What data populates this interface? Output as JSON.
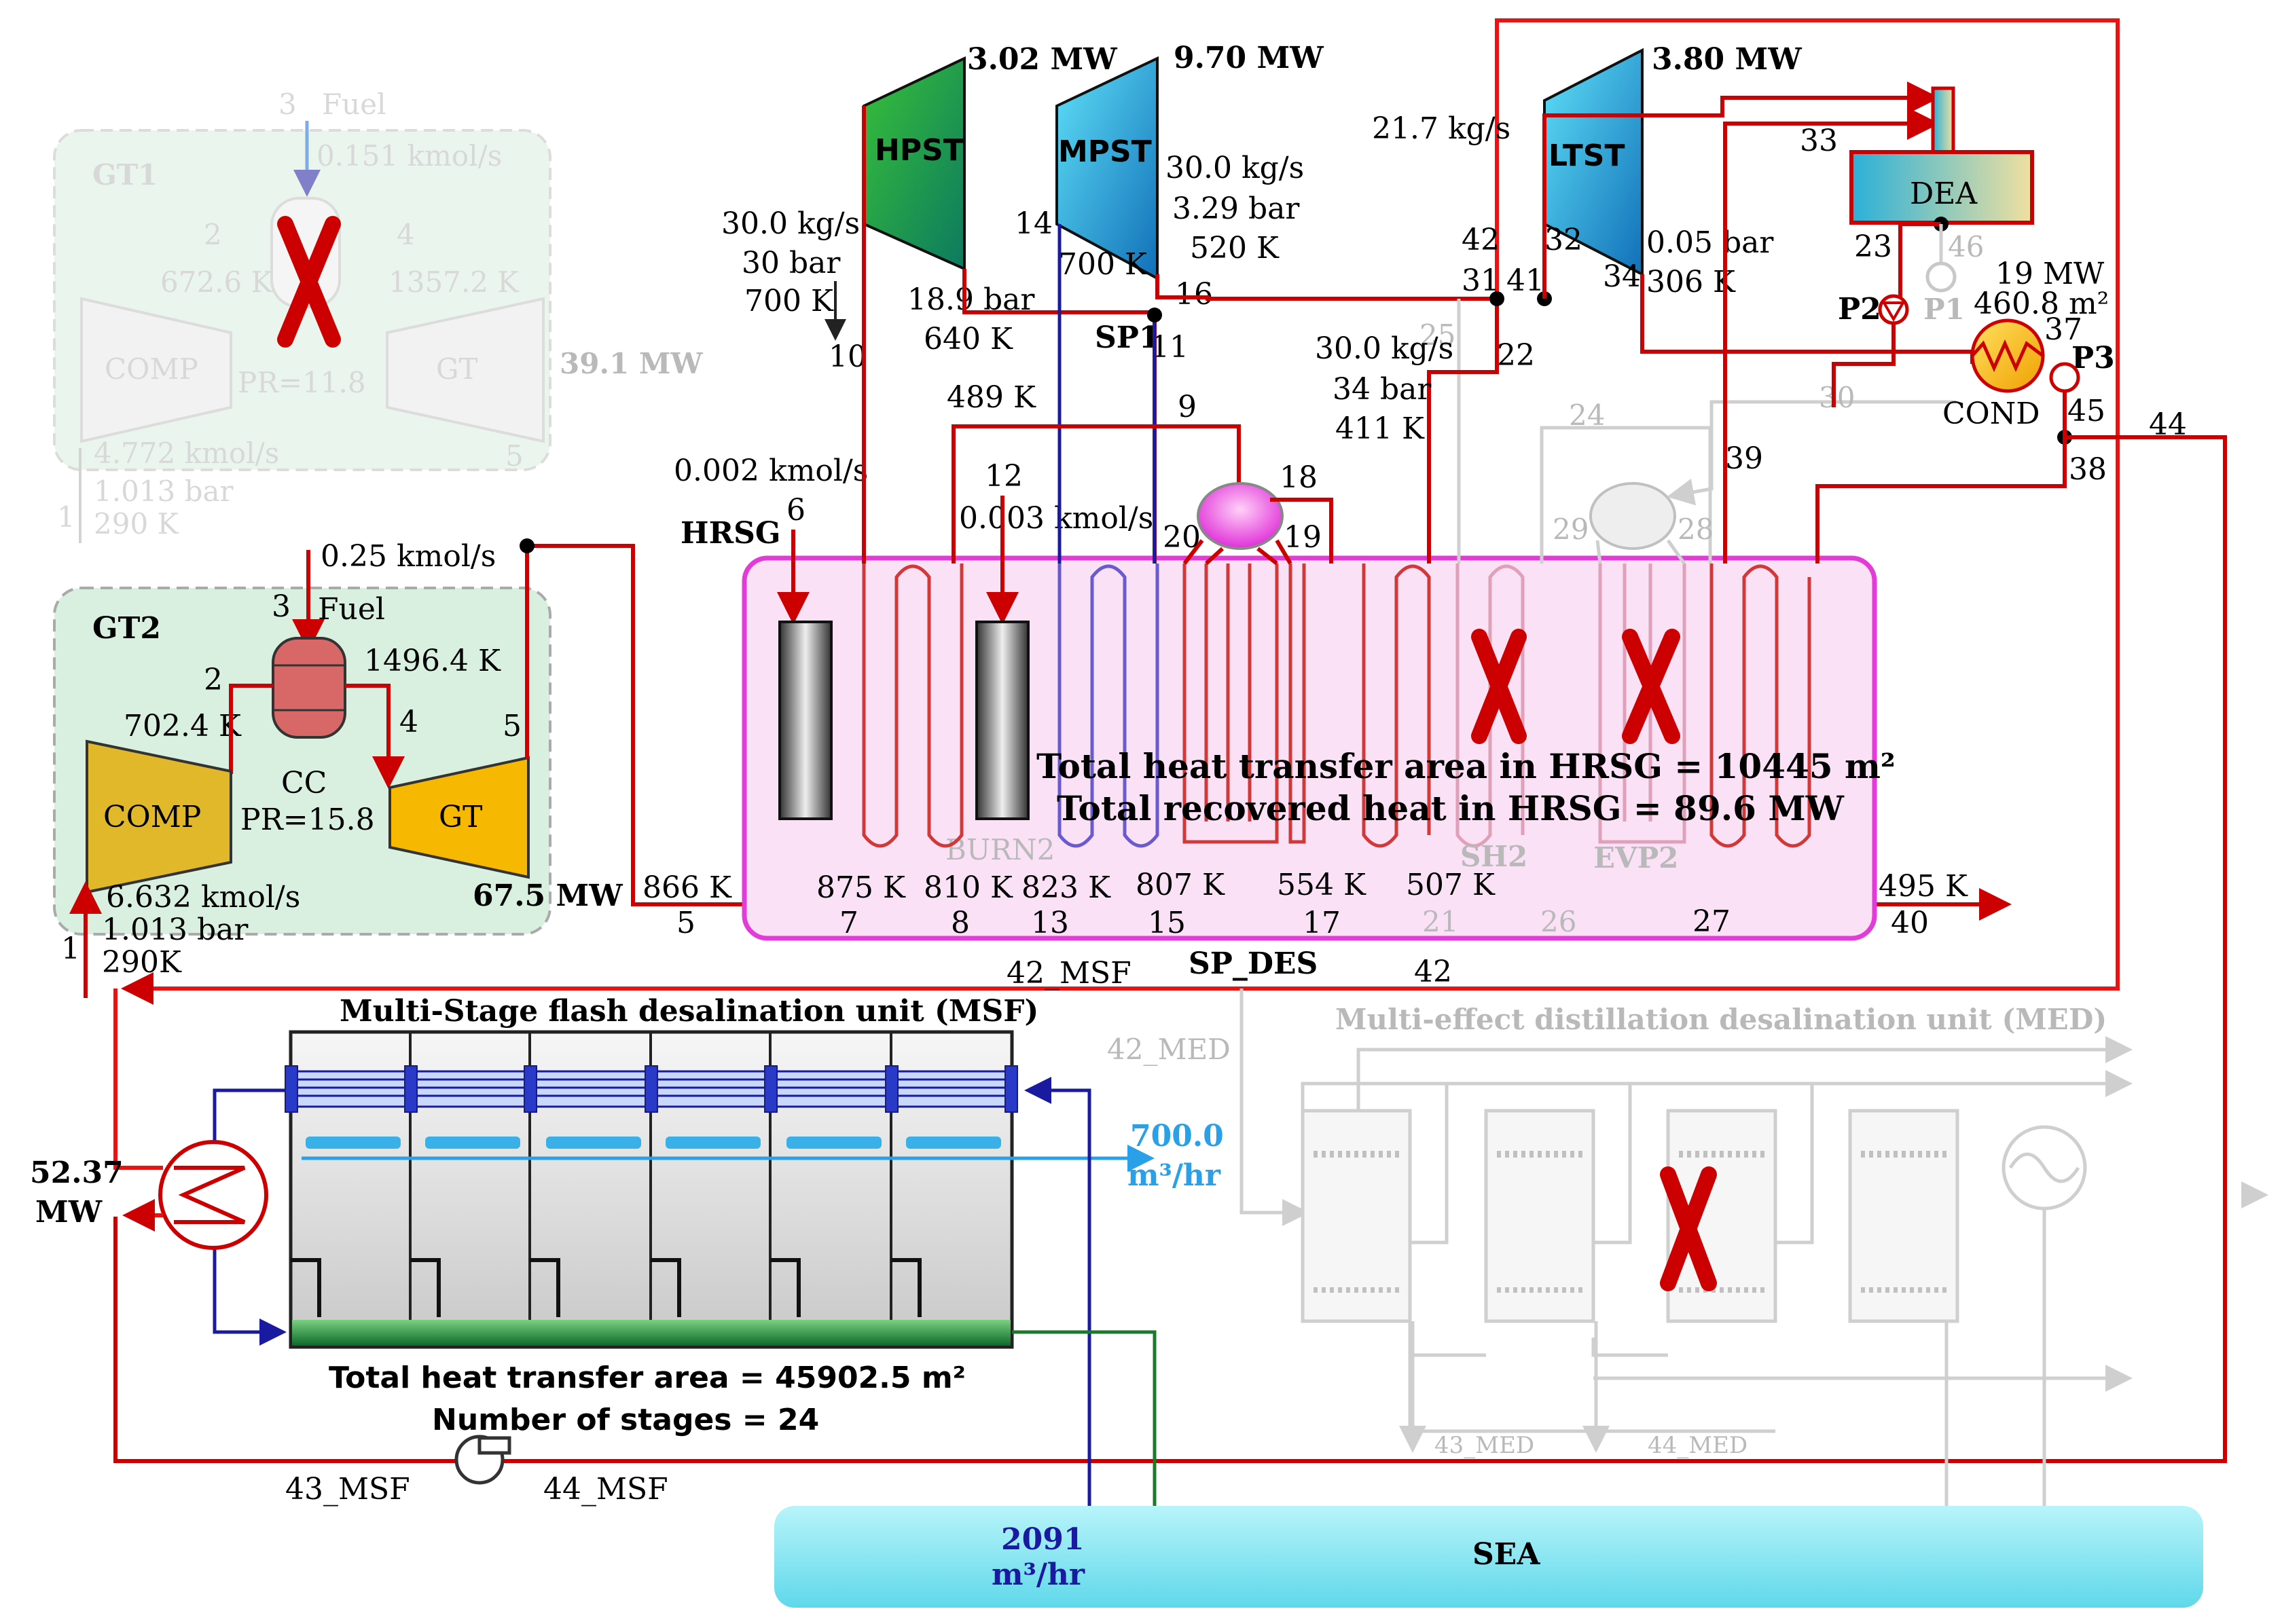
{
  "colors": {
    "steam_line": "#cc0000",
    "water_line": "#1a1aa0",
    "sea_water_line": "#1a7a2a",
    "disabled": "#cfcfcf",
    "hrsg_fill": "#fbe1f6",
    "hrsg_border": "#e23bd8",
    "sea_fill": "#8ee8f2",
    "gt_box_fill": "#d9f0e0",
    "disabled_mark": "#cc0000"
  },
  "icons": [
    "disabled-x-mark-icon",
    "pump-icon",
    "heat-exchanger-icon",
    "arrowhead-icon"
  ],
  "gt1": {
    "label": "GT1",
    "fuel_stream": "3",
    "fuel_label": "Fuel",
    "fuel_flow": "0.151 kmol/s",
    "s2": "2",
    "t2": "672.6 K",
    "s4": "4",
    "t4": "1357.2 K",
    "comp": "COMP",
    "turbine": "GT",
    "pr": "PR=11.8",
    "power": "39.1 MW",
    "flow": "4.772 kmol/s",
    "pressure": "1.013 bar",
    "temp": "290 K",
    "s1": "1",
    "s5": "5"
  },
  "gt2": {
    "label": "GT2",
    "fuel_flow": "0.25 kmol/s",
    "s3": "3",
    "fuel_label": "Fuel",
    "t4": "1496.4 K",
    "s2": "2",
    "t2": "702.4 K",
    "s4": "4",
    "s5": "5",
    "cc": "CC",
    "pr": "PR=15.8",
    "comp": "COMP",
    "turbine": "GT",
    "power": "67.5 MW",
    "flow": "6.632 kmol/s",
    "pressure": "1.013 bar",
    "temp": "290K",
    "s1": "1"
  },
  "turbines": {
    "hpst": {
      "label": "HPST",
      "power": "3.02 MW"
    },
    "mpst": {
      "label": "MPST",
      "power": "9.70 MW"
    },
    "ltst": {
      "label": "LTST",
      "power": "3.80 MW"
    }
  },
  "streams": {
    "hp_in": {
      "flow": "30.0 kg/s",
      "pressure": "30 bar",
      "temp": "700 K",
      "id": "10"
    },
    "hp_out": {
      "pressure": "18.9 bar",
      "temp": "640 K"
    },
    "s14": "14",
    "s14_temp": "700 K",
    "mp_out": {
      "flow": "30.0 kg/s",
      "pressure": "3.29 bar",
      "temp": "520 K"
    },
    "s16": "16",
    "sp1": "SP1",
    "s11": "11",
    "ltst_in": "21.7 kg/s",
    "s42": "42",
    "s31": "31",
    "s41": "41",
    "s32": "32",
    "s34": "34",
    "ltst_out": {
      "pressure": "0.05 bar",
      "temp": "306 K"
    },
    "s33": "33",
    "dea": "DEA",
    "s23": "23",
    "s46": "46",
    "p2": "P2",
    "p1": "P1",
    "cond_duty": "19 MW",
    "cond_area": "460.8 m²",
    "s37": "37",
    "p3": "P3",
    "cond": "COND",
    "s45": "45",
    "s25": "25",
    "s22": "22",
    "lp": {
      "flow": "30.0 kg/s",
      "pressure": "34 bar",
      "temp": "411 K"
    },
    "s30": "30",
    "s24": "24",
    "s39": "39",
    "s38": "38",
    "s44": "44",
    "s9": "9",
    "t489": "489 K",
    "s18": "18",
    "s20": "20",
    "s19": "19",
    "s29": "29",
    "s28": "28",
    "s12": "12",
    "burn2_fuel": "0.003 kmol/s",
    "s6": "6",
    "burn1_fuel": "0.002 kmol/s"
  },
  "hrsg": {
    "label": "HRSG",
    "burn2": "BURN2",
    "sh2": "SH2",
    "evp2": "EVP2",
    "area": "Total heat transfer area in HRSG = 10445 m²",
    "heat": "Total recovered heat in HRSG = 89.6 MW",
    "temps": [
      "866 K",
      "875 K",
      "810 K",
      "823 K",
      "807 K",
      "554 K",
      "507 K",
      "495 K"
    ],
    "stream_ids": [
      "5",
      "7",
      "8",
      "13",
      "15",
      "17",
      "21",
      "26",
      "27",
      "40"
    ]
  },
  "sp_des": "SP_DES",
  "s42_msf": "42_MSF",
  "s42_b": "42",
  "s42_med": "42_MED",
  "msf": {
    "title": "Multi-Stage flash  desalination unit (MSF)",
    "heater_duty": "52.37",
    "heater_unit": "MW",
    "product_flow": "700.0",
    "product_unit": "m³/hr",
    "area": "Total heat transfer area = 45902.5 m²",
    "stages": "Number of stages = 24",
    "s43": "43_MSF",
    "s44": "44_MSF"
  },
  "med": {
    "title": "Multi-effect distillation desalination unit (MED)",
    "s43": "43_MED",
    "s44": "44_MED"
  },
  "sea": {
    "label": "SEA",
    "intake_flow": "2091",
    "intake_unit": "m³/hr"
  }
}
